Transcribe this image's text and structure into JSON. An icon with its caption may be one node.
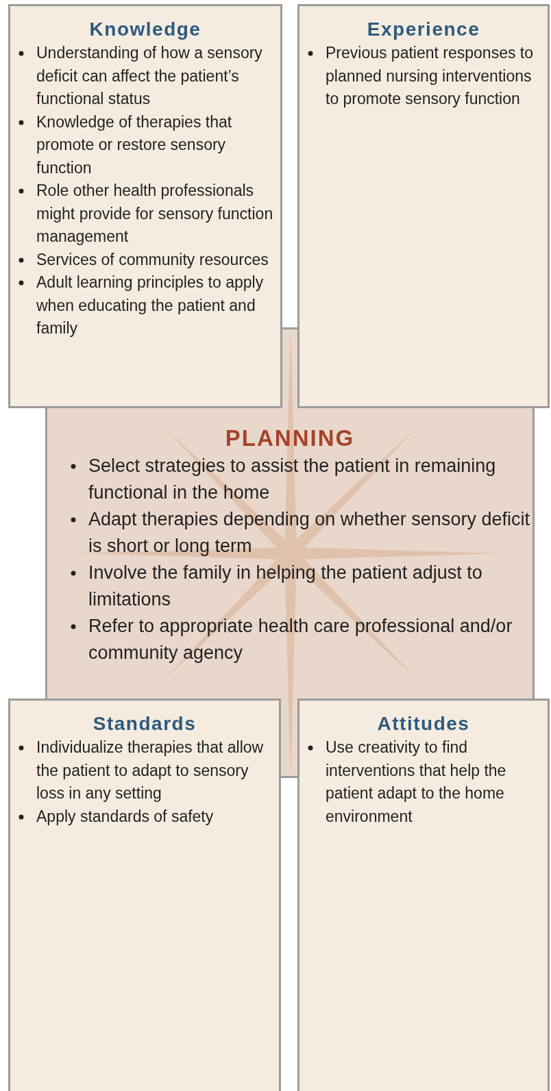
{
  "diagram": {
    "nodes": [
      {
        "text": [
          "Knowledge",
          "Understanding of how a sensory deficit can affect the patient’s functional status",
          "Knowledge of therapies that promote or restore sensory function",
          "Role other health professionals might provide for sensory function management",
          "Services of community resources",
          "Adult learning principles to apply when educating the patient and family"
        ]
      },
      {
        "text": [
          "Experience",
          "Previous patient responses to planned nursing interventions to promote sensory function"
        ]
      },
      {
        "text": [
          "PLANNING",
          "Select strategies to assist the patient in remaining functional in the home",
          "Adapt therapies depending on whether sensory deficit is short or long term",
          "Involve the family in helping the patient adjust to limitations",
          "Refer to appropriate health care professional and/or community agency"
        ]
      },
      {
        "text": [
          "Standards",
          "Individualize therapies that allow the patient to adapt to sensory loss in any setting",
          "Apply standards of safety"
        ]
      },
      {
        "text": [
          "Attitudes",
          "Use creativity to find interventions that help the patient adapt to the home environment"
        ]
      }
    ],
    "edges": []
  }
}
